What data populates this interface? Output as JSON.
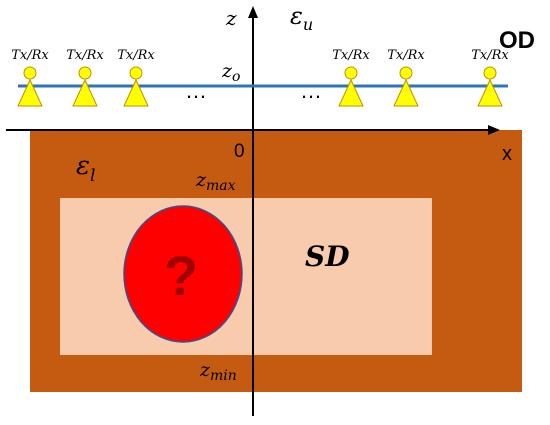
{
  "labels": {
    "z_axis": "z",
    "x_axis": "x",
    "epsilon_u": "εu",
    "epsilon_u_base": "ε",
    "epsilon_u_sub": "u",
    "epsilon_l_base": "ε",
    "epsilon_l_sub": "l",
    "od": "OD",
    "sd": "SD",
    "origin": "0",
    "z_o_base": "z",
    "z_o_sub": "o",
    "z_max_base": "z",
    "z_max_sub": "max",
    "z_min_base": "z",
    "z_min_sub": "min",
    "ellipsis_left": "…",
    "ellipsis_right": "…",
    "unknown": "?"
  },
  "antennas": [
    {
      "label": "Tx/Rx"
    },
    {
      "label": "Tx/Rx"
    },
    {
      "label": "Tx/Rx"
    },
    {
      "label": "Tx/Rx"
    },
    {
      "label": "Tx/Rx"
    },
    {
      "label": "Tx/Rx"
    }
  ],
  "colors": {
    "lower_medium": "#c55a11",
    "search_domain": "#f8cbad",
    "scatterer": "#ff0000",
    "scatterer_outline": "#2f5597",
    "question_mark": "#a00000",
    "antenna_line": "#2e75b6",
    "antenna_fill": "#ffff00",
    "antenna_stroke": "#bf9000",
    "axis": "#000000"
  }
}
